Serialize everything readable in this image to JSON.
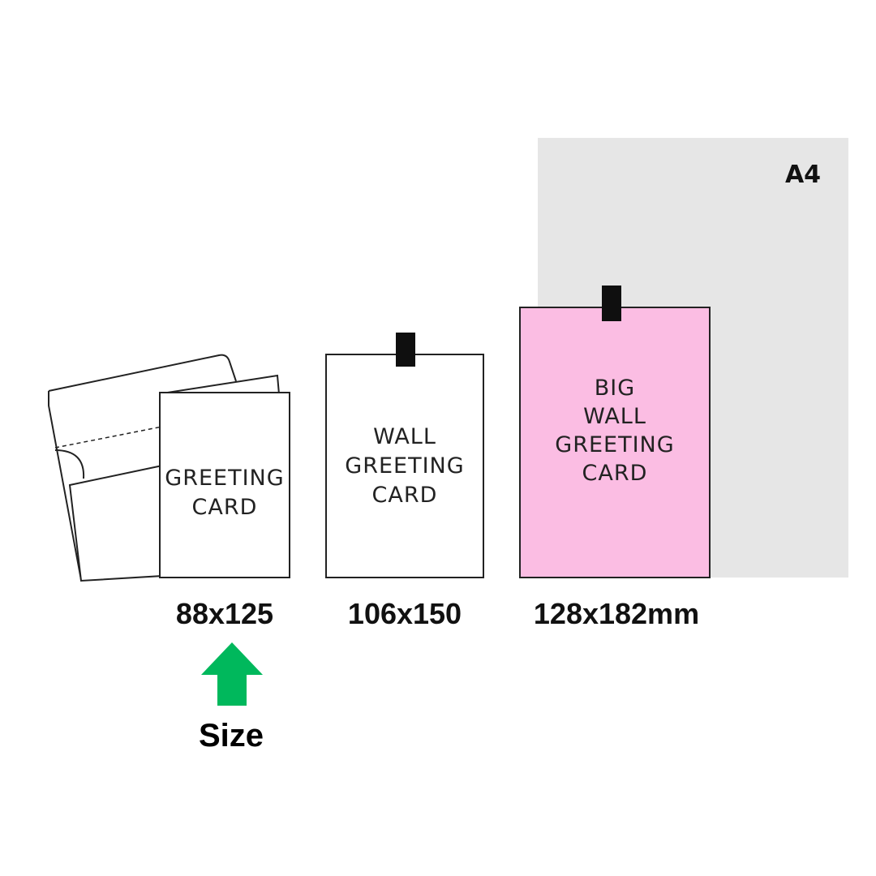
{
  "paper": {
    "label": "A4",
    "color": "#e6e6e6"
  },
  "cards": [
    {
      "text": "GREETING\nCARD",
      "size": "88x125",
      "color": "#ffffff"
    },
    {
      "text": "WALL\nGREETING\nCARD",
      "size": "106x150",
      "color": "#ffffff"
    },
    {
      "text": "BIG\nWALL\nGREETING\nCARD",
      "size": "128x182mm",
      "color": "#fbbde3"
    }
  ],
  "indicator": {
    "label": "Size",
    "icon": "up-arrow-icon",
    "color": "#00b85c"
  }
}
